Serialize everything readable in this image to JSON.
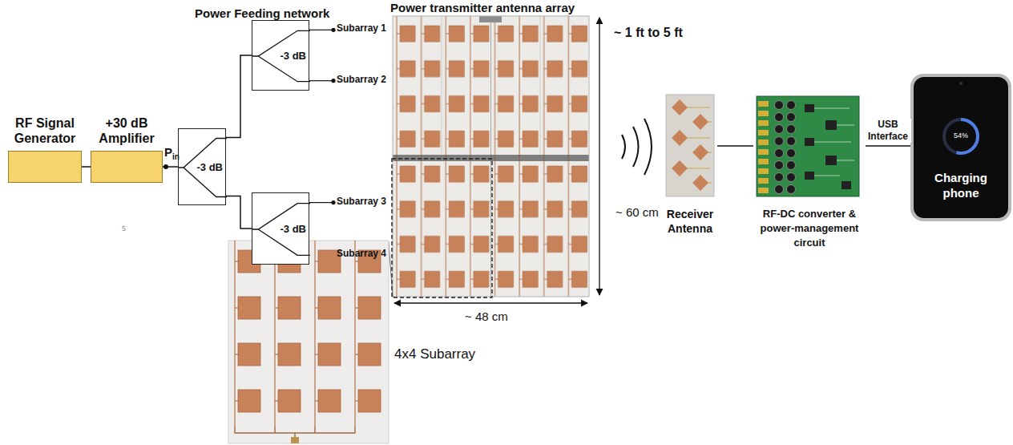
{
  "diagram": {
    "nodes": [
      {
        "text": [
          "RF Signal Generator"
        ]
      },
      {
        "text": [
          "+30 dB Amplifier"
        ]
      },
      {
        "text": [
          "-3 dB"
        ]
      },
      {
        "text": [
          "-3 dB"
        ]
      },
      {
        "text": [
          "-3 dB"
        ]
      },
      {
        "text": [
          "Receiver Antenna"
        ]
      },
      {
        "text": [
          "RF-DC converter & power-management circuit"
        ]
      },
      {
        "text": [
          "54%",
          "Charging phone"
        ]
      }
    ],
    "edges": [
      {
        "from": 0,
        "to": 1,
        "arrow": "none"
      },
      {
        "from": 1,
        "to": 2,
        "arrow": "none"
      },
      {
        "from": 2,
        "to": 3,
        "arrow": "none"
      },
      {
        "from": 2,
        "to": 4,
        "arrow": "none"
      },
      {
        "from": 5,
        "to": 6,
        "arrow": "none"
      },
      {
        "from": 6,
        "to": 7,
        "arrow": "none",
        "label": "USB Interface"
      }
    ],
    "labels": [
      "Power Feeding network",
      "Power transmitter antenna array",
      "P",
      "in",
      "Subarray 1",
      "Subarray 2",
      "Subarray 3",
      "Subarray 4",
      "~ 1 ft to 5 ft",
      "~ 60 cm",
      "~ 48 cm",
      "4x4 Subarray",
      "5"
    ]
  }
}
